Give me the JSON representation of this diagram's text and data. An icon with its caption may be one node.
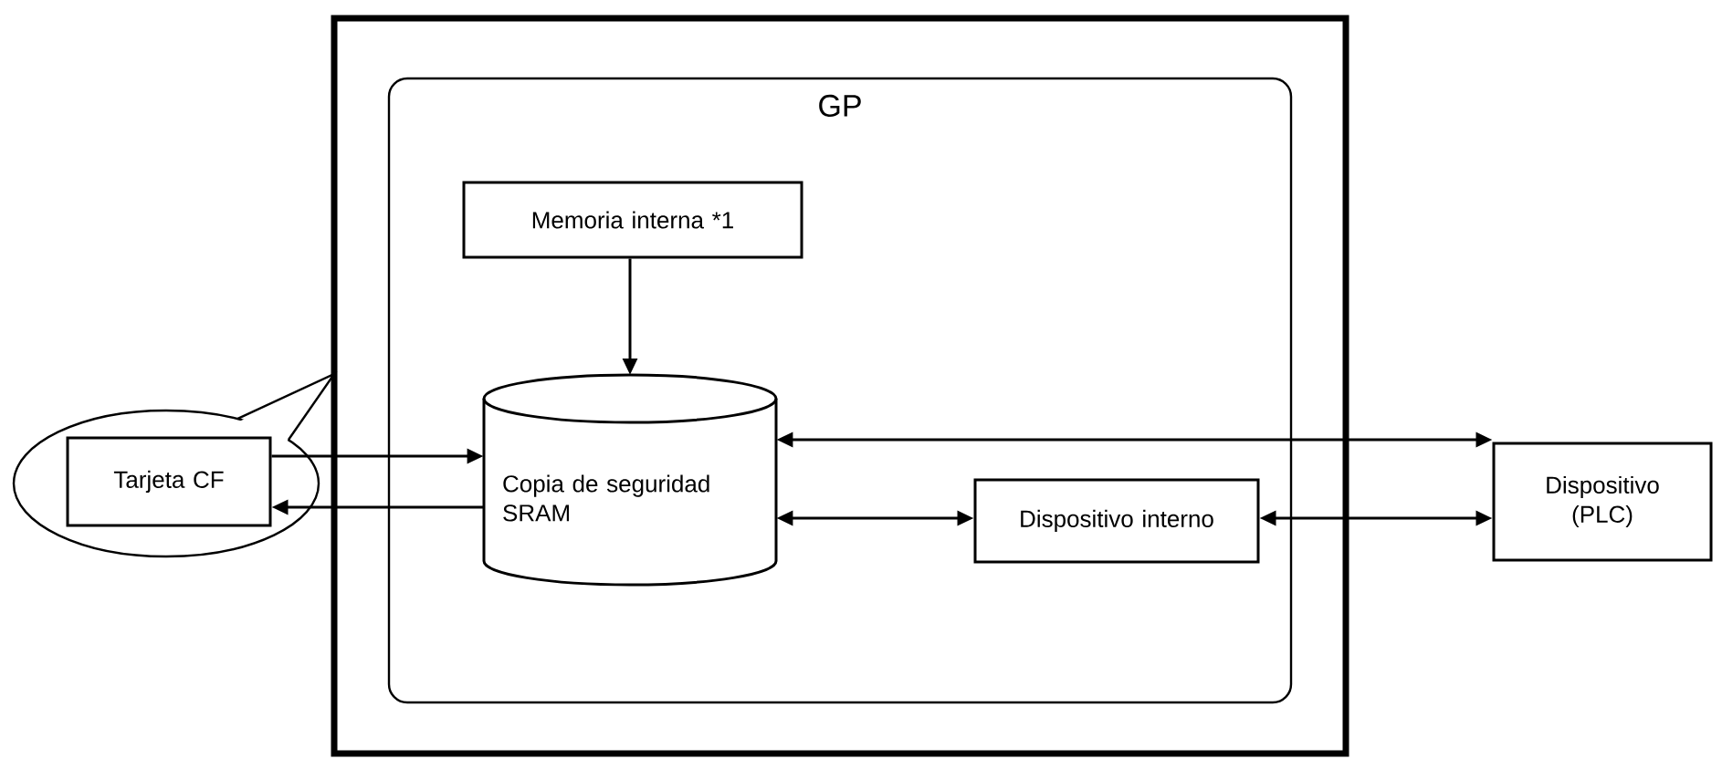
{
  "diagram": {
    "nodes": [
      {
        "text": [],
        "shape": "box"
      },
      {
        "text": [
          "GP"
        ],
        "in": 0
      },
      {
        "text": [
          "Memoria interna *1"
        ],
        "in": 1
      },
      {
        "text": [],
        "shape": "circle"
      },
      {
        "text": [
          "Tarjeta CF"
        ],
        "in": 3
      },
      {
        "text": [
          "Copia de seguridad SRAM"
        ],
        "in": 1
      },
      {
        "text": [
          "Dispositivo interno"
        ],
        "in": 1
      },
      {
        "text": [
          "Dispositivo (PLC)"
        ]
      }
    ],
    "edges": [
      {
        "from": 2,
        "to": 5,
        "arrow": "to"
      },
      {
        "from": 4,
        "to": 5,
        "arrow": "to"
      },
      {
        "from": 5,
        "to": 4,
        "arrow": "to"
      },
      {
        "from": 5,
        "to": 7,
        "arrow": "both"
      },
      {
        "from": 5,
        "to": 6,
        "arrow": "both"
      },
      {
        "from": 6,
        "to": 7,
        "arrow": "both"
      }
    ]
  }
}
